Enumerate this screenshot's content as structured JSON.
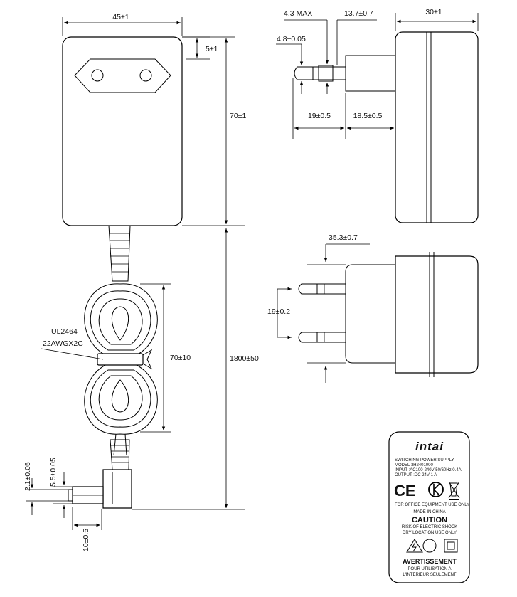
{
  "front_view": {
    "width_dim": "45±1",
    "top_offset_dim": "5±1",
    "height_dim": "70±1"
  },
  "cable": {
    "length_dim": "1800±50",
    "coil_height_dim": "70±10",
    "cable_spec_line1": "UL2464",
    "cable_spec_line2": "22AWGX2C"
  },
  "dc_plug": {
    "inner_dim": "2.1±0.05",
    "outer_dim": "5.5±0.05",
    "length_dim": "10±0.5"
  },
  "side_view": {
    "pin_dia_dim": "4.8±0.05",
    "pin_max_dim": "4.3 MAX",
    "pin_to_edge_dim": "13.7±0.7",
    "depth_dim": "30±1",
    "pin_length_dim": "19±0.5",
    "collar_dim": "18.5±0.5"
  },
  "bottom_view": {
    "offset_dim": "35.3±0.7",
    "pin_spacing_dim": "19±0.2"
  },
  "label": {
    "brand": "intai",
    "product": "SWITCHING POWER SUPPLY",
    "model": "MODEL :IH2401000",
    "input": "INPUT :AC100-240V 50/60Hz 0.4A",
    "output": "OUTPUT :DC 24V 1 A",
    "mark_ce": "CE",
    "office_use": "FOR OFFICE EQUIPMENT USE ONLY",
    "made_in": "MADE IN CHINA",
    "caution_title": "CAUTION",
    "caution_line1": "RISK OF ELECTRIC SHOCK",
    "caution_line2": "DRY LOCATION USE ONLY",
    "warning_title": "AVERTISSEMENT",
    "warning_line1": "POUR UTILISATION A",
    "warning_line2": "L'INTERIEUR SEULEMENT"
  }
}
